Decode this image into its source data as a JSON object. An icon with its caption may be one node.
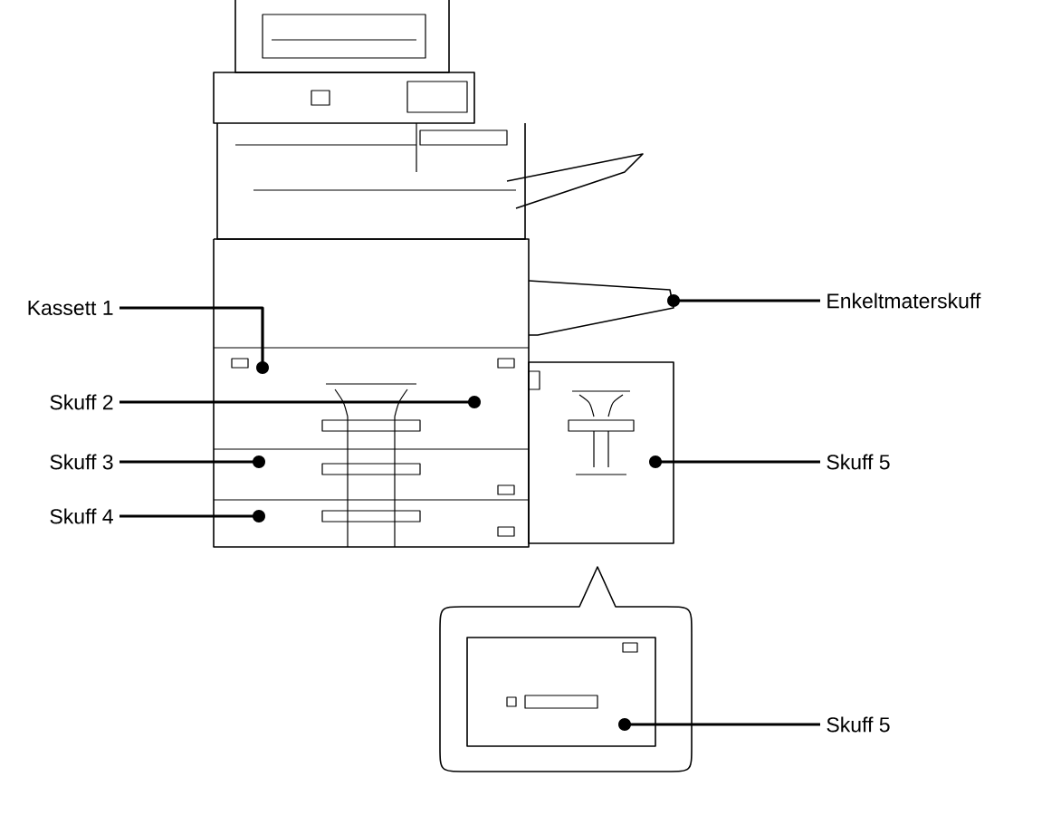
{
  "diagram": {
    "nodes": [
      {
        "text": [
          "Kassett 1"
        ]
      },
      {
        "text": [
          "Enkeltmaterskuff"
        ]
      },
      {
        "text": [
          "Skuff 2"
        ]
      },
      {
        "text": [
          "Skuff 5"
        ]
      },
      {
        "text": [
          "Skuff 3"
        ]
      },
      {
        "text": [
          "Skuff 4"
        ]
      },
      {
        "text": [
          "Skuff 5"
        ]
      }
    ],
    "edges": [
      {
        "from": 0,
        "to": null,
        "arrow": "other"
      },
      {
        "from": 1,
        "to": null,
        "arrow": "other"
      },
      {
        "from": 2,
        "to": null,
        "arrow": "other"
      },
      {
        "from": 3,
        "to": null,
        "arrow": "other"
      },
      {
        "from": 4,
        "to": null,
        "arrow": "other"
      },
      {
        "from": 5,
        "to": null,
        "arrow": "other"
      },
      {
        "from": 6,
        "to": null,
        "arrow": "other"
      }
    ]
  }
}
